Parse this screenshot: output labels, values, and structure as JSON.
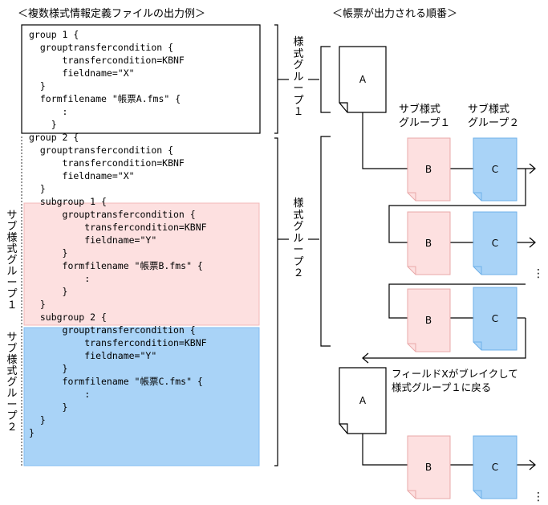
{
  "titles": {
    "left": "＜複数様式情報定義ファイルの出力例＞",
    "right": "＜帳票が出力される順番＞"
  },
  "code_lines": [
    "group 1 {",
    "  grouptransfercondition {",
    "      transfercondition=KBNF",
    "      fieldname=\"X\"",
    "  }",
    "  formfilename \"帳票A.fms\" {",
    "      :",
    "    }",
    "group 2 {",
    "  grouptransfercondition {",
    "      transfercondition=KBNF",
    "      fieldname=\"X\"",
    "  }",
    "  subgroup 1 {",
    "      grouptransfercondition {",
    "          transfercondition=KBNF",
    "          fieldname=\"Y\"",
    "      }",
    "      formfilename \"帳票B.fms\" {",
    "          :",
    "      }",
    "  }",
    "  subgroup 2 {",
    "      grouptransfercondition {",
    "          transfercondition=KBNF",
    "          fieldname=\"Y\"",
    "      }",
    "      formfilename \"帳票C.fms\" {",
    "          :",
    "      }",
    "  }",
    "}"
  ],
  "labels": {
    "group1": "様式グループ１",
    "group2": "様式グループ２",
    "subgroup1_side": "サブ様式グループ１",
    "subgroup2_side": "サブ様式グループ２",
    "col_sub1": "サブ様式\nグループ１",
    "col_sub2": "サブ様式\nグループ２",
    "note": "フィールドXがブレイクして\n様式グループ１に戻る",
    "docA": "A",
    "docB": "B",
    "docC": "C",
    "ellipsis": "⋮"
  },
  "colors": {
    "subgroup1_fill": "#fde0e0",
    "subgroup1_border": "#f2b8b8",
    "subgroup2_fill": "#a9d3f7",
    "subgroup2_border": "#84bdf0",
    "doc_b_fill": "#fde0e0",
    "doc_b_border": "#e9a9a9",
    "doc_c_fill": "#a9d3f7",
    "doc_c_border": "#6fb0e8",
    "line": "#000000"
  }
}
